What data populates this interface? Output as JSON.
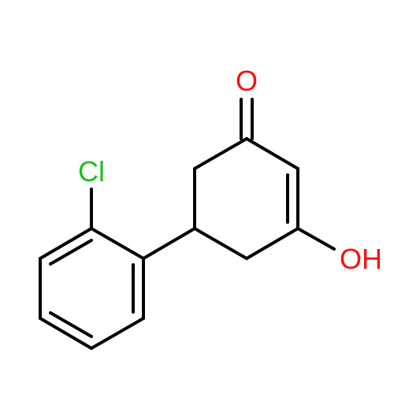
{
  "colors": {
    "bond": "#000000",
    "oxygen": "#ff0d0d",
    "chlorine": "#1fbf1f",
    "background": "#ffffff"
  },
  "labels": {
    "carbonyl_oxygen": "O",
    "chlorine": "Cl",
    "hydroxyl": "OH"
  }
}
